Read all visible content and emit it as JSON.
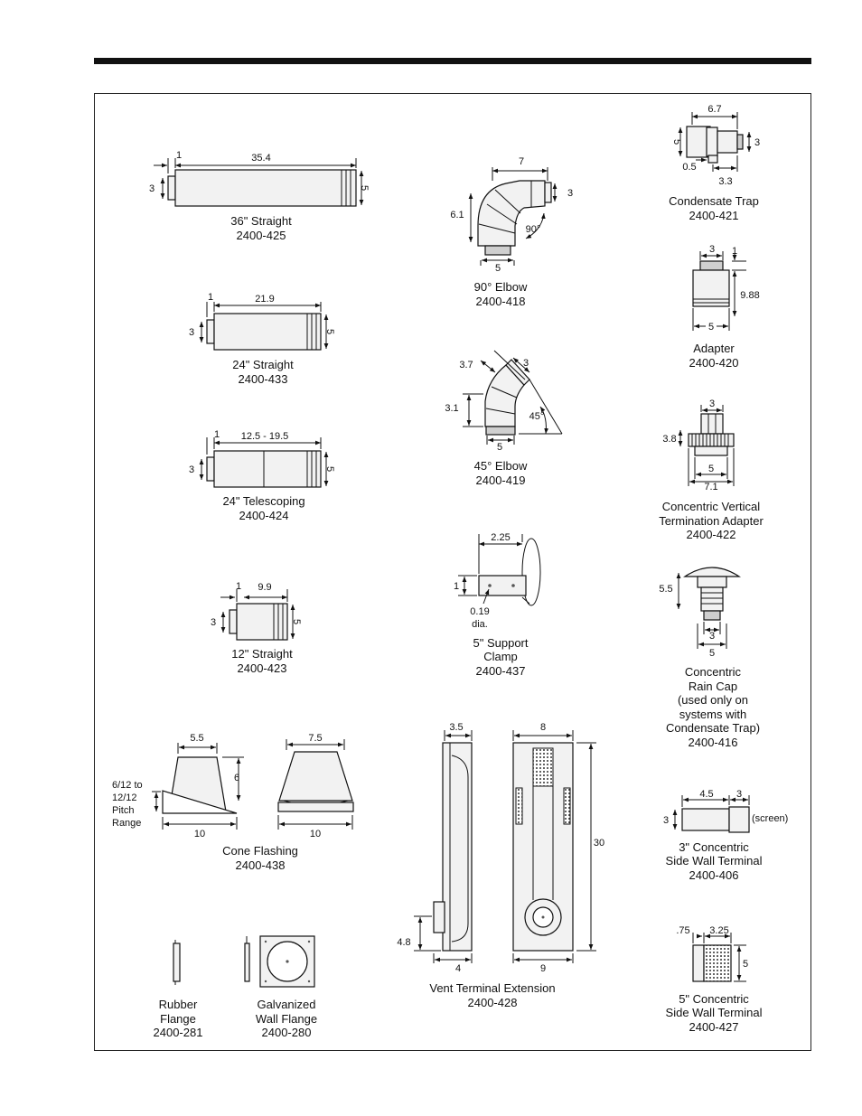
{
  "parts": {
    "straight36": {
      "name": "36\" Straight",
      "code": "2400-425",
      "dims": [
        "1",
        "35.4",
        "3",
        "5"
      ]
    },
    "straight24": {
      "name": "24\" Straight",
      "code": "2400-433",
      "dims": [
        "1",
        "21.9",
        "3",
        "5"
      ]
    },
    "telescoping24": {
      "name": "24\" Telescoping",
      "code": "2400-424",
      "dims": [
        "1",
        "12.5 - 19.5",
        "3",
        "5"
      ]
    },
    "straight12": {
      "name": "12\" Straight",
      "code": "2400-423",
      "dims": [
        "1",
        "9.9",
        "3",
        "5"
      ]
    },
    "elbow90": {
      "name": "90° Elbow",
      "code": "2400-418",
      "dims": [
        "7",
        "3",
        "6.1",
        "90°",
        "5"
      ]
    },
    "elbow45": {
      "name": "45° Elbow",
      "code": "2400-419",
      "dims": [
        "3.7",
        "3",
        "3.1",
        "45°",
        "5"
      ]
    },
    "clamp": {
      "name_lines": [
        "5\" Support",
        "Clamp"
      ],
      "code": "2400-437",
      "dims": [
        "2.25",
        "1",
        "0.19",
        "dia."
      ]
    },
    "trap": {
      "name": "Condensate Trap",
      "code": "2400-421",
      "dims": [
        "6.7",
        "5",
        "3",
        "0.5",
        "3.3"
      ]
    },
    "adapter": {
      "name": "Adapter",
      "code": "2400-420",
      "dims": [
        "3",
        "1",
        "9.88",
        "5"
      ]
    },
    "vertical_adapter": {
      "name_lines": [
        "Concentric Vertical",
        "Termination Adapter"
      ],
      "code": "2400-422",
      "dims": [
        "3",
        "3.8",
        "5",
        "7.1"
      ]
    },
    "rain_cap": {
      "name_lines": [
        "Concentric",
        "Rain Cap",
        "(used only on",
        "systems with",
        "Condensate Trap)"
      ],
      "code": "2400-416",
      "dims": [
        "5.5",
        "3",
        "5"
      ]
    },
    "cone_flashing": {
      "name": "Cone Flashing",
      "code": "2400-438",
      "dims": [
        "5.5",
        "6",
        "10",
        "7.5",
        "10"
      ],
      "pitch_lines": [
        "6/12 to",
        "12/12",
        "Pitch",
        "Range"
      ]
    },
    "vent_extension": {
      "name": "Vent Terminal Extension",
      "code": "2400-428",
      "dims": [
        "3.5",
        "8",
        "30",
        "4.8",
        "4",
        "9"
      ]
    },
    "side_wall_3": {
      "name_lines": [
        "3\" Concentric",
        "Side Wall Terminal"
      ],
      "code": "2400-406",
      "dims": [
        "4.5",
        "3",
        "3",
        "(screen)"
      ]
    },
    "side_wall_5": {
      "name_lines": [
        "5\" Concentric",
        "Side Wall Terminal"
      ],
      "code": "2400-427",
      "dims": [
        ".75",
        "3.25",
        "5"
      ]
    },
    "rubber_flange": {
      "name_lines": [
        "Rubber",
        "Flange"
      ],
      "code": "2400-281"
    },
    "wall_flange": {
      "name_lines": [
        "Galvanized",
        "Wall Flange"
      ],
      "code": "2400-280"
    }
  }
}
